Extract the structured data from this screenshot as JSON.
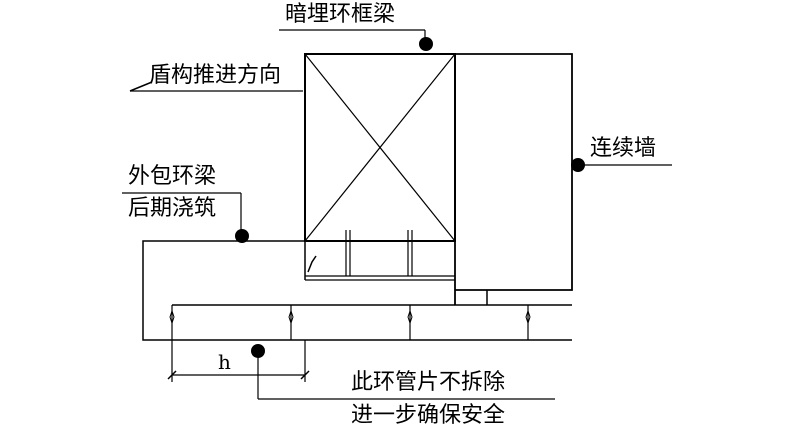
{
  "labels": {
    "hidden_ring_beam": "暗埋环框梁",
    "shield_direction": "盾构推进方向",
    "diaphragm_wall": "连续墙",
    "outer_ring_beam_line1": "外包环梁",
    "outer_ring_beam_line2": "后期浇筑",
    "dimension_h": "h",
    "note_line1": "此环管片不拆除",
    "note_line2": "进一步确保安全"
  },
  "colors": {
    "line": "#000000",
    "background": "#ffffff"
  }
}
